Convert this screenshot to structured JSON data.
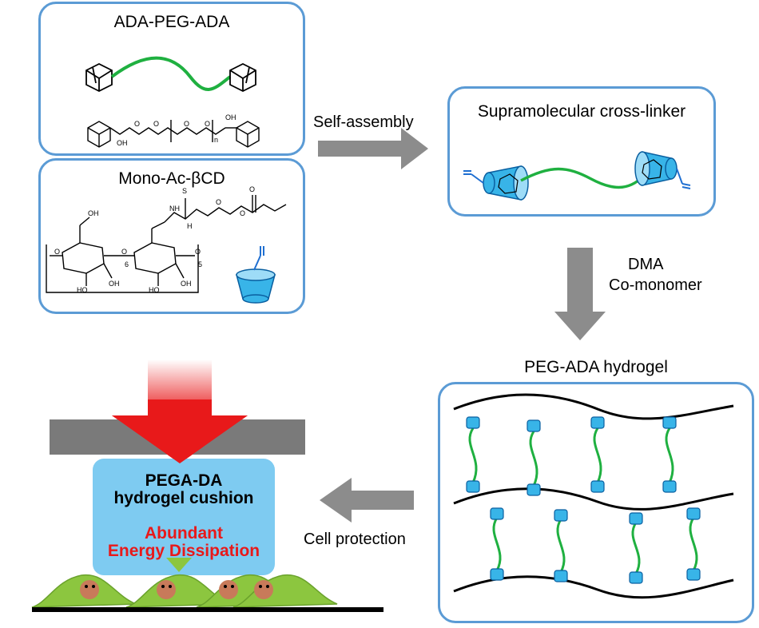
{
  "panels": {
    "ada_peg_ada": {
      "title": "ADA-PEG-ADA",
      "atom_labels": [
        "O",
        "O",
        "O",
        "O",
        "OH",
        "OH"
      ],
      "repeat_index": "n"
    },
    "mono_ac_bcd": {
      "title": "Mono-Ac-βCD",
      "atom_labels": [
        "S",
        "NH",
        "H",
        "O",
        "O",
        "O",
        "OH",
        "HO",
        "OH",
        "HO",
        "OH",
        "O",
        "O",
        "O"
      ],
      "repeat_indices": [
        "6",
        "5"
      ]
    },
    "crosslinker": {
      "title": "Supramolecular cross-linker"
    },
    "hydrogel": {
      "title": "PEG-ADA hydrogel"
    }
  },
  "arrows": {
    "self_assembly": "Self-assembly",
    "dma_line1": "DMA",
    "dma_line2": "Co-monomer",
    "cell_protection": "Cell protection"
  },
  "cushion": {
    "title_line1": "PEGA-DA",
    "title_line2": "hydrogel cushion",
    "effect_line1": "Abundant",
    "effect_line2": "Energy Dissipation"
  },
  "colors": {
    "panel_border": "#5b9bd5",
    "peg_chain": "#1fb040",
    "cyclodextrin": "#38b4e8",
    "arrow_gray": "#8c8c8c",
    "force_arrow": "#e8191a",
    "cushion": "#7ecbf1",
    "effect_text": "#e8191a",
    "cell": "#8cc63f"
  }
}
